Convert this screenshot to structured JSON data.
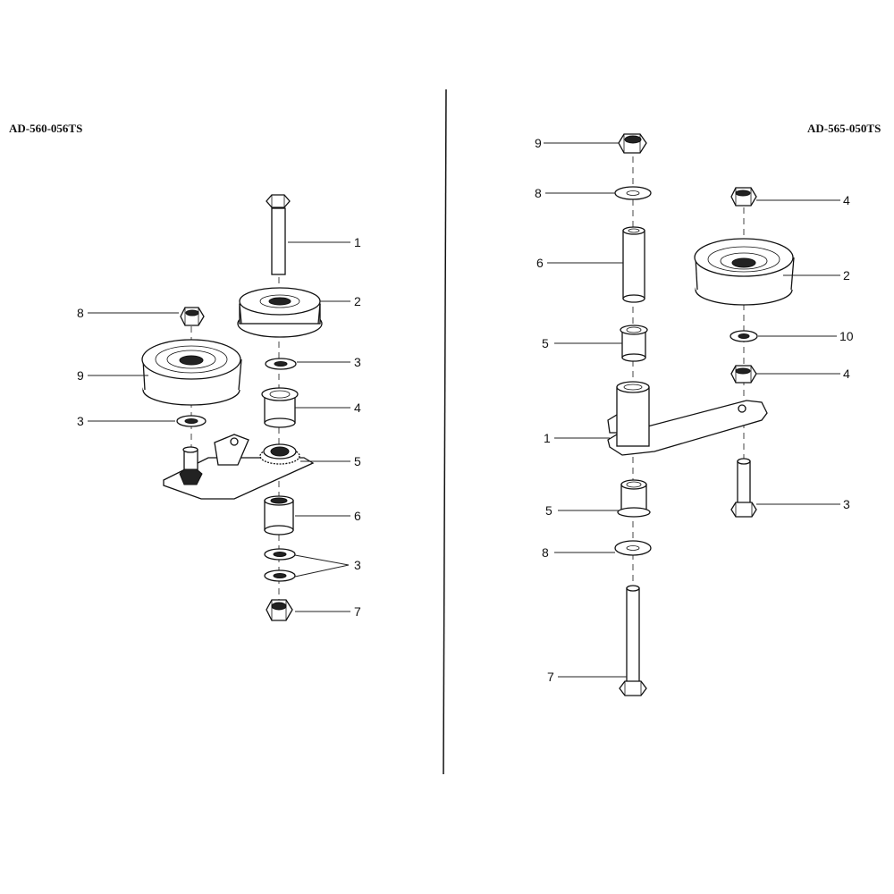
{
  "left_title": "AD-560-056TS",
  "right_title": "AD-565-050TS",
  "left_callouts": [
    {
      "id": "L1",
      "label": "1"
    },
    {
      "id": "L2",
      "label": "2"
    },
    {
      "id": "L3a",
      "label": "3"
    },
    {
      "id": "L4",
      "label": "4"
    },
    {
      "id": "L5",
      "label": "5"
    },
    {
      "id": "L6",
      "label": "6"
    },
    {
      "id": "L3b",
      "label": "3"
    },
    {
      "id": "L7",
      "label": "7"
    },
    {
      "id": "L8",
      "label": "8"
    },
    {
      "id": "L9",
      "label": "9"
    },
    {
      "id": "L3c",
      "label": "3"
    }
  ],
  "right_callouts": [
    {
      "id": "R9",
      "label": "9"
    },
    {
      "id": "R8a",
      "label": "8"
    },
    {
      "id": "R6",
      "label": "6"
    },
    {
      "id": "R5a",
      "label": "5"
    },
    {
      "id": "R1",
      "label": "1"
    },
    {
      "id": "R5b",
      "label": "5"
    },
    {
      "id": "R8b",
      "label": "8"
    },
    {
      "id": "R7",
      "label": "7"
    },
    {
      "id": "R4a",
      "label": "4"
    },
    {
      "id": "R2",
      "label": "2"
    },
    {
      "id": "R10",
      "label": "10"
    },
    {
      "id": "R4b",
      "label": "4"
    },
    {
      "id": "R3",
      "label": "3"
    }
  ]
}
